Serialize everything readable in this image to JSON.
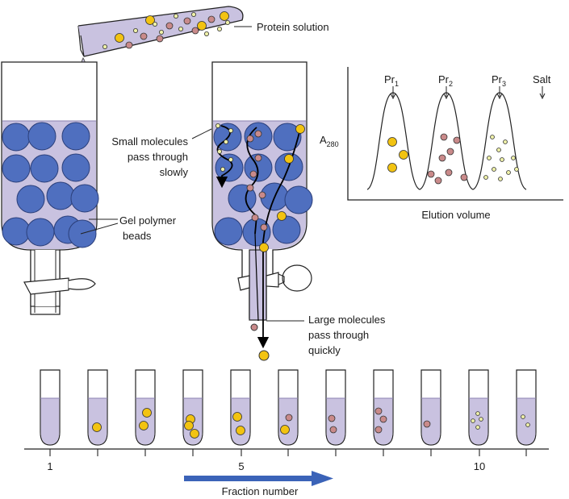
{
  "labels": {
    "protein_solution": "Protein solution",
    "small_line1": "Small molecules",
    "small_line2": "pass through",
    "small_line3": "slowly",
    "gel_line1": "Gel polymer",
    "gel_line2": "beads",
    "large_line1": "Large molecules",
    "large_line2": "pass through",
    "large_line3": "quickly",
    "fraction_number": "Fraction number"
  },
  "chart": {
    "ylabel_main": "A",
    "ylabel_sub": "280",
    "xlabel": "Elution volume",
    "peaks": [
      {
        "name": "Pr",
        "sub": "1"
      },
      {
        "name": "Pr",
        "sub": "2"
      },
      {
        "name": "Pr",
        "sub": "3"
      }
    ],
    "salt": "Salt"
  },
  "tube_axis": {
    "ticks": [
      "1",
      "5",
      "10"
    ]
  },
  "colors": {
    "bead": "#4f6fbf",
    "gel": "#c9c2e0",
    "large": "#f2c311",
    "medium": "#c98a8a",
    "small": "#eef0a8",
    "arrow": "#3b63b8"
  }
}
